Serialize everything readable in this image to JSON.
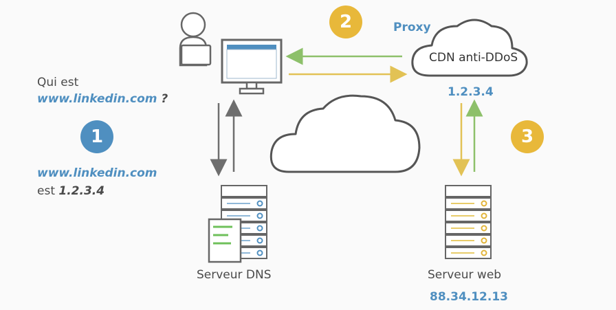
{
  "question": {
    "line1": "Qui est",
    "domain": "www.linkedin.com",
    "mark": " ?"
  },
  "answer": {
    "domain": "www.linkedin.com",
    "prefix": "est ",
    "ip": "1.2.3.4"
  },
  "steps": {
    "one": "1",
    "two": "2",
    "three": "3"
  },
  "proxy": {
    "title": "Proxy",
    "cdn_label": "CDN anti-DDoS",
    "ip": "1.2.3.4"
  },
  "dns_server": {
    "label": "Serveur DNS"
  },
  "web_server": {
    "label": "Serveur web",
    "ip": "88.34.12.13"
  },
  "colors": {
    "blue_accent": "#4f8fc0",
    "gold_badge": "#e8b83a",
    "arrow_green": "#8dc06a",
    "arrow_gold": "#e2c255",
    "arrow_gray": "#6e6e6e",
    "outline": "#666666"
  }
}
